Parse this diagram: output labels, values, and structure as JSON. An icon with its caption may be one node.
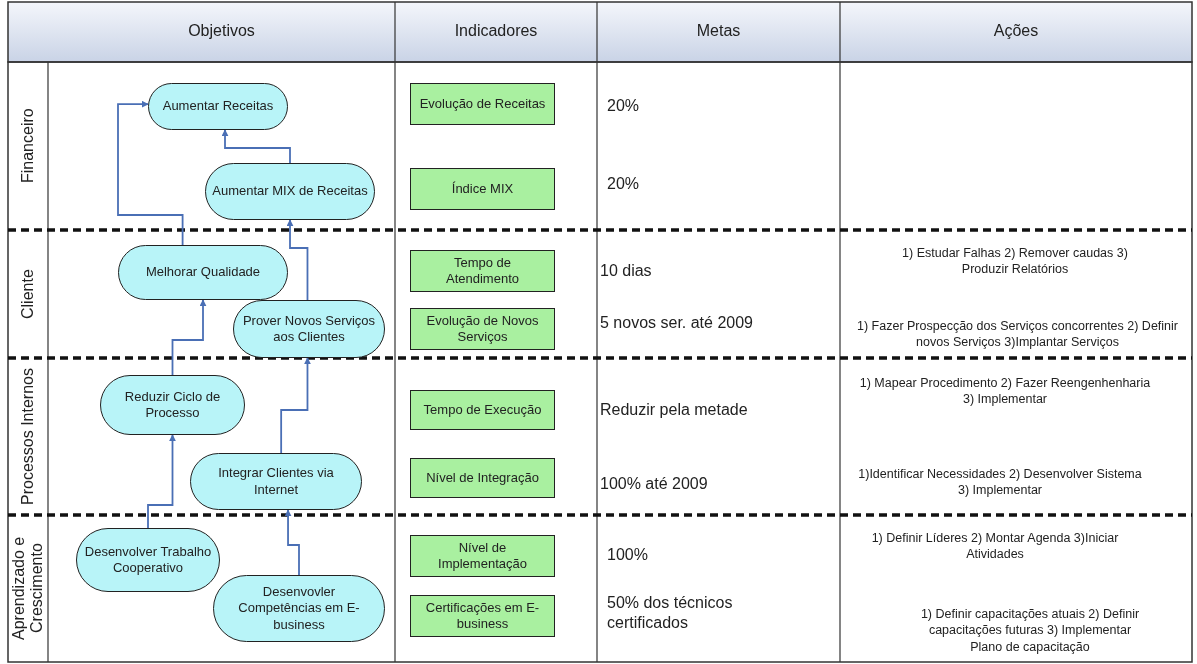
{
  "diagram": {
    "nodes": [
      {
        "text": [
          "Aumentar Receitas"
        ]
      },
      {
        "text": [
          "Aumentar MIX de Receitas"
        ]
      },
      {
        "text": [
          "Melhorar Qualidade"
        ]
      },
      {
        "text": [
          "Prover Novos Serviços aos Clientes"
        ]
      },
      {
        "text": [
          "Reduzir Ciclo de Processo"
        ]
      },
      {
        "text": [
          "Integrar Clientes via Internet"
        ]
      },
      {
        "text": [
          "Desenvolver Trabalho Cooperativo"
        ]
      },
      {
        "text": [
          "Desenvovler Competências em E-business"
        ]
      },
      {
        "text": [
          "Evolução de Receitas"
        ]
      },
      {
        "text": [
          "Índice MIX"
        ]
      },
      {
        "text": [
          "Tempo de Atendimento"
        ]
      },
      {
        "text": [
          "Evolução de Novos Serviços"
        ]
      },
      {
        "text": [
          "Tempo de Execução"
        ]
      },
      {
        "text": [
          "Nível de Integração"
        ]
      },
      {
        "text": [
          "Nível de Implementação"
        ]
      },
      {
        "text": [
          "Certificações em E-business"
        ]
      }
    ],
    "edges": [
      {
        "from": 1,
        "to": 0,
        "arrow": "to"
      },
      {
        "from": 2,
        "to": 0,
        "arrow": "to"
      },
      {
        "from": 3,
        "to": 1,
        "arrow": "to"
      },
      {
        "from": 4,
        "to": 2,
        "arrow": "to"
      },
      {
        "from": 5,
        "to": 3,
        "arrow": "to"
      },
      {
        "from": 6,
        "to": 4,
        "arrow": "to"
      },
      {
        "from": 7,
        "to": 5,
        "arrow": "to"
      }
    ],
    "labels": [
      "Objetivos",
      "Indicadores",
      "Metas",
      "Ações",
      "Financeiro",
      "20%",
      "20%",
      "Cliente",
      "10 dias",
      "5 novos ser. até 2009",
      "1) Estudar Falhas 2) Remover caudas 3) Produzir Relatórios",
      "1) Fazer Prospecção dos Serviços concorrentes 2) Definir novos Serviços 3)Implantar Serviços",
      "Processos Internos",
      "Reduzir pela metade",
      "100% até 2009",
      "1) Mapear Procedimento 2) Fazer Reengenhenharia 3) Implementar",
      "1)Identificar Necessidades 2) Desenvolver Sistema 3) Implementar",
      "Aprendizado e Crescimento",
      "100%",
      "50% dos técnicos certificados",
      "1) Definir Líderes 2) Montar Agenda 3)Iniciar Atividades",
      "1) Definir capacitações atuais 2) Definir capacitações futuras 3) Implementar Plano de capacitação"
    ]
  }
}
